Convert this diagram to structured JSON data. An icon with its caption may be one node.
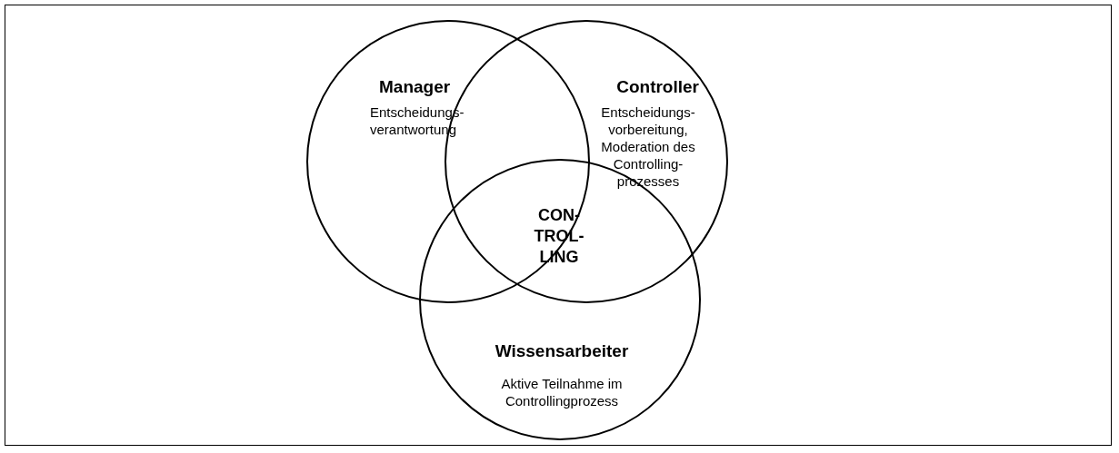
{
  "diagram": {
    "nodes": [
      {
        "text": [
          "Manager",
          "Entscheidungs- verantwortung"
        ]
      },
      {
        "text": [
          "Controller",
          "Entscheidungs- vorbereitung, Moderation des Controlling- prozesses"
        ]
      },
      {
        "text": [
          "Wissensarbeiter",
          "Aktive Teilnahme im Controllingprozess"
        ]
      }
    ],
    "edges": [],
    "labels": [
      "CON- TROL- LING"
    ]
  }
}
